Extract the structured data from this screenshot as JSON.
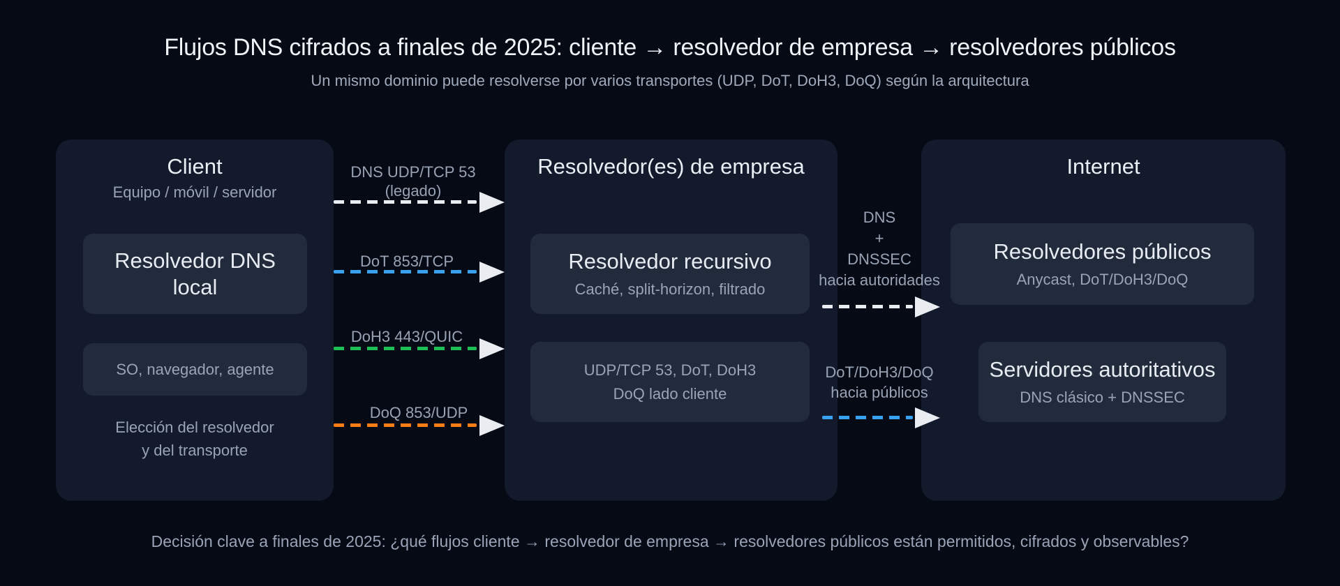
{
  "header": {
    "title": "Flujos DNS cifrados a finales de 2025: cliente → resolvedor de empresa → resolvedores públicos",
    "subtitle": "Un mismo dominio puede resolverse por varios transportes (UDP, DoT, DoH3, DoQ) según la arquitectura"
  },
  "footer": {
    "caption": "Decisión clave a finales de 2025: ¿qué flujos cliente → resolvedor de empresa → resolvedores públicos están permitidos, cifrados y observables?"
  },
  "columns": {
    "client": {
      "title": "Client",
      "subtitle": "Equipo / móvil / servidor",
      "local_resolver_line1": "Resolvedor DNS",
      "local_resolver_line2": "local",
      "agents": "SO, navegador, agente",
      "note_line1": "Elección del resolvedor",
      "note_line2": "y del transporte"
    },
    "enterprise": {
      "title": "Resolvedor(es) de empresa",
      "recursive_title": "Resolvedor recursivo",
      "recursive_subtitle": "Caché, split-horizon, filtrado",
      "client_side_line1": "UDP/TCP 53, DoT, DoH3",
      "client_side_line2": "DoQ lado cliente"
    },
    "internet": {
      "title": "Internet",
      "public_resolvers_title": "Resolvedores públicos",
      "public_resolvers_subtitle": "Anycast, DoT/DoH3/DoQ",
      "authoritative_title": "Servidores autoritativos",
      "authoritative_subtitle": "DNS clásico + DNSSEC"
    }
  },
  "arrows": {
    "legacy": {
      "line1": "DNS UDP/TCP 53",
      "line2": "(legado)",
      "color": "#e9edf2"
    },
    "dot": {
      "line1": "DoT 853/TCP",
      "color": "#38a1f0"
    },
    "doh3": {
      "line1": "DoH3 443/QUIC",
      "color": "#1cbe57"
    },
    "doq": {
      "line1": "DoQ 853/UDP",
      "color": "#f97d15"
    },
    "dns_dnssec": {
      "line1": "DNS",
      "line2": "+",
      "line3": "DNSSEC",
      "line4": "hacia autoridades",
      "color": "#e9edf2"
    },
    "encrypted_public": {
      "line1": "DoT/DoH3/DoQ",
      "line2": "hacia públicos",
      "color": "#38a1f0"
    }
  },
  "colors": {
    "background": "#050a15",
    "panel": "#121a2b",
    "node": "#212b3c",
    "arrowhead": "#e9ecf1",
    "text_primary": "#eaeef5",
    "text_secondary": "#9aa4b4"
  }
}
